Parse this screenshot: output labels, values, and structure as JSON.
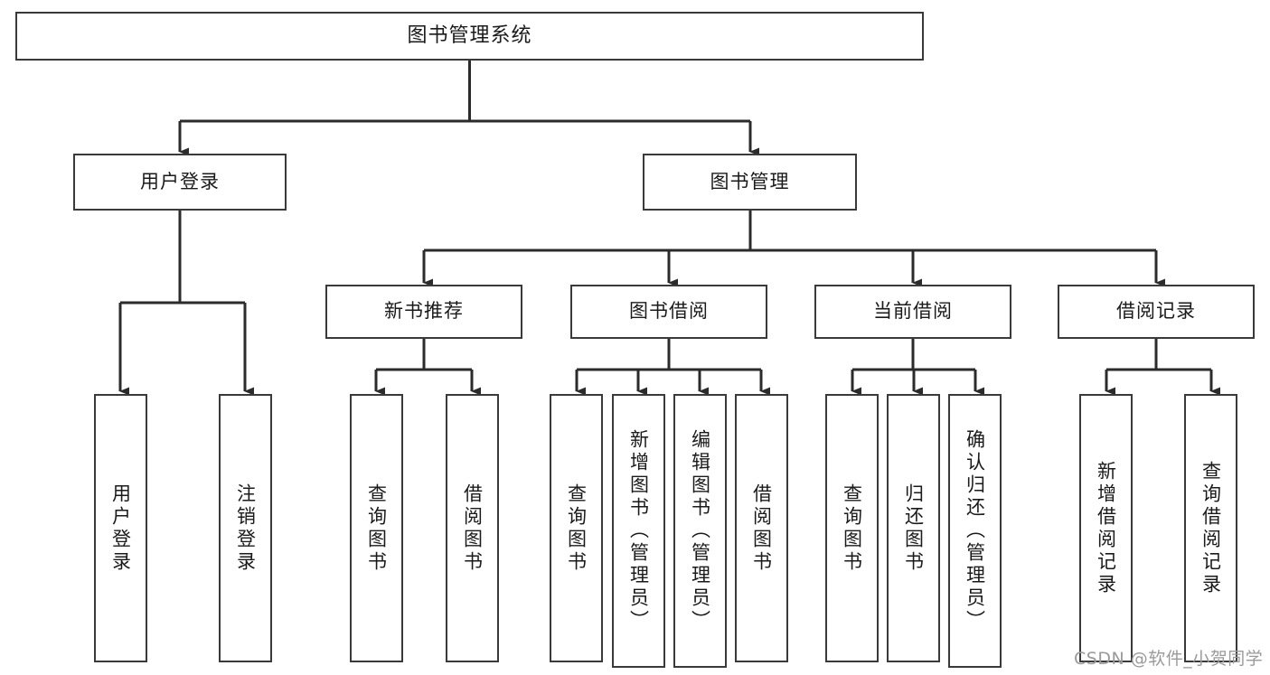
{
  "diagram": {
    "type": "tree-hierarchy",
    "title": "图书管理系统",
    "root": {
      "label": "图书管理系统"
    },
    "level1": [
      {
        "label": "用户登录"
      },
      {
        "label": "图书管理"
      }
    ],
    "level2": [
      {
        "label": "新书推荐"
      },
      {
        "label": "图书借阅"
      },
      {
        "label": "当前借阅"
      },
      {
        "label": "借阅记录"
      }
    ],
    "leaves": {
      "user_login": [
        {
          "label": "用户登录"
        },
        {
          "label": "注销登录"
        }
      ],
      "new_book_recommend": [
        {
          "label": "查询图书"
        },
        {
          "label": "借阅图书"
        }
      ],
      "book_borrow": [
        {
          "label": "查询图书"
        },
        {
          "label": "新增图书（管理员）"
        },
        {
          "label": "编辑图书（管理员）"
        },
        {
          "label": "借阅图书"
        }
      ],
      "current_borrow": [
        {
          "label": "查询图书"
        },
        {
          "label": "归还图书"
        },
        {
          "label": "确认归还（管理员）"
        }
      ],
      "borrow_record": [
        {
          "label": "新增借阅记录"
        },
        {
          "label": "查询借阅记录"
        }
      ]
    }
  },
  "watermark": {
    "text": "CSDN @软件_小贺同学"
  },
  "colors": {
    "box_border": "#3a3a3a",
    "box_fill": "#ffffff",
    "line": "#2b2b2b",
    "text": "#1a1a1a",
    "watermark": "#9a9a9a"
  }
}
